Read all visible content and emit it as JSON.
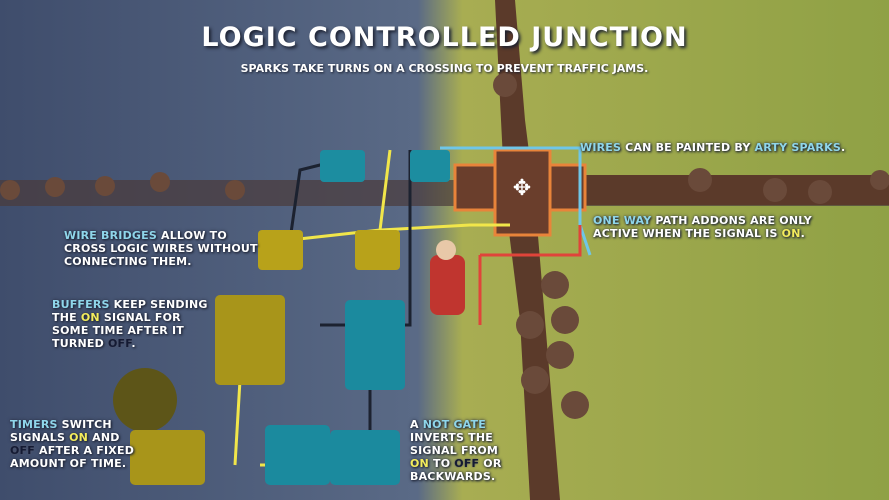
{
  "header": {
    "title": "LOGIC CONTROLLED JUNCTION",
    "subtitle": "Sparks take turns on a crossing to prevent traffic jams."
  },
  "annotations": {
    "wires": {
      "k": "Wires",
      "t1": " can be painted by ",
      "k2": "Arty Sparks",
      "t2": "."
    },
    "one_way": {
      "k": "One way",
      "t1": " path addons are only",
      "t2": "active when the signal is ",
      "k2": "On",
      "t3": "."
    },
    "wire_bridges": {
      "k": "Wire bridges",
      "t1": " allow to",
      "t2": "cross logic wires without",
      "t3": "connecting them."
    },
    "buffers": {
      "k": "Buffers",
      "t1": " keep sending",
      "t2": "the ",
      "on": "On",
      "t3": " signal for",
      "t4": "some time after it",
      "t5": "turned ",
      "off": "Off",
      "t6": "."
    },
    "timers": {
      "k": "Timers",
      "t1": " switch",
      "t2": "signals ",
      "on": "On",
      "t3": " and",
      "off": "Off",
      "t4": " after a fixed",
      "t5": "amount of time."
    },
    "not_gate": {
      "t0": "A ",
      "k": "Not gate",
      "t1": "inverts the",
      "t2": "signal from",
      "on": "On",
      "t3": " to ",
      "off": "Off",
      "t4": " or",
      "t5": "backwards."
    }
  },
  "colors": {
    "keyword": "#8fd6ea",
    "on": "#f3ec5c",
    "off": "#141a33",
    "night": "#4b5a78",
    "day": "#9aa84a"
  }
}
